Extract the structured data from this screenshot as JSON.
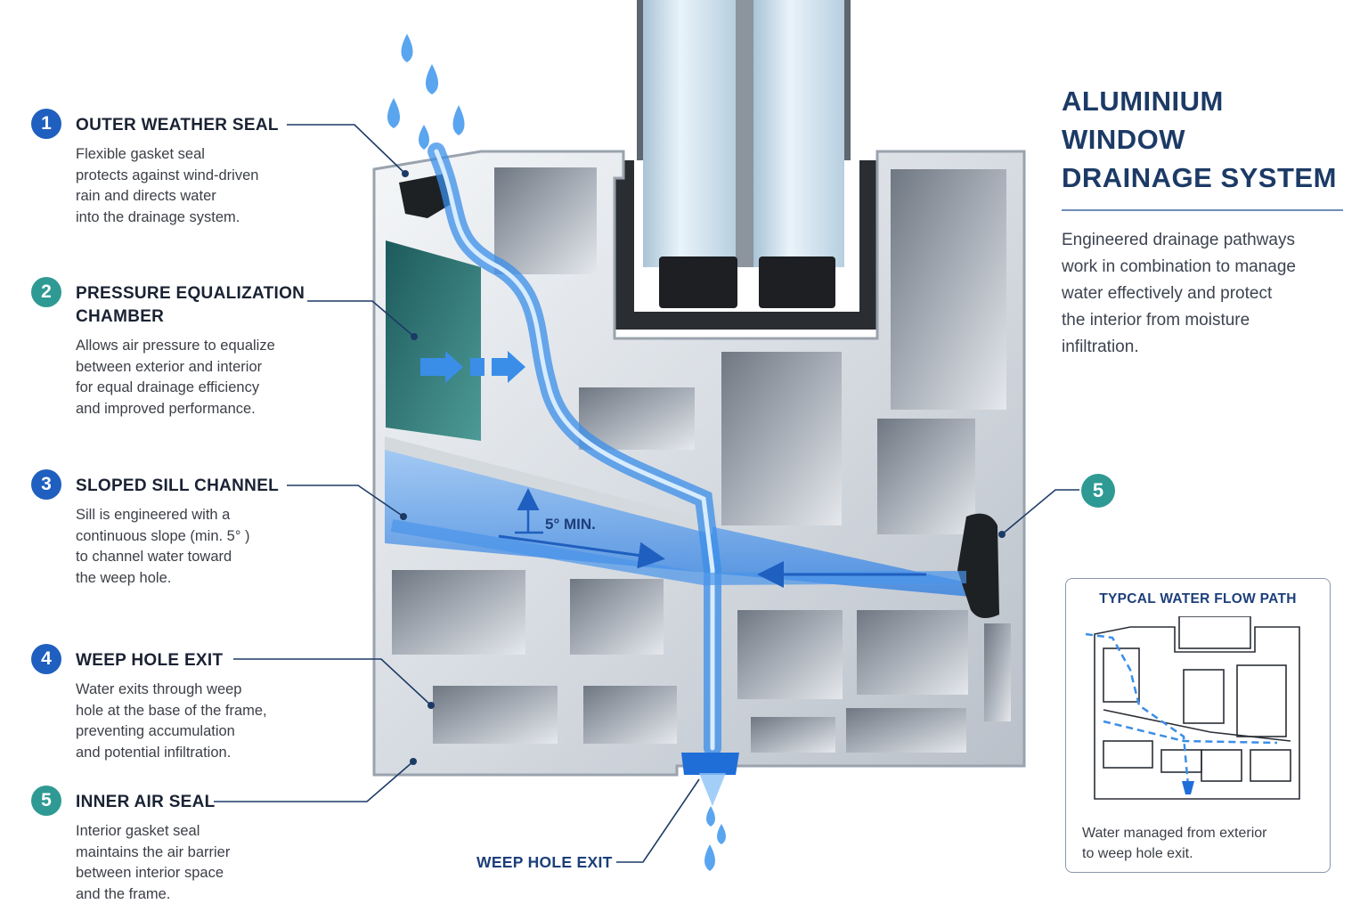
{
  "title": "ALUMINIUM WINDOW\nDRAINAGE SYSTEM",
  "intro": "Engineered drainage pathways\nwork in combination to manage\nwater effectively and protect\nthe interior from moisture\ninfiltration.",
  "colors": {
    "accent_blue": "#1f5fbf",
    "accent_teal": "#2e9a93",
    "water": "#3a8ee8",
    "title_navy": "#1c3a66"
  },
  "callouts": [
    {
      "number": "1",
      "title": "OUTER WEATHER SEAL",
      "text": "Flexible gasket seal\nprotects against wind-driven\nrain and directs water\ninto the drainage system."
    },
    {
      "number": "2",
      "title": "PRESSURE EQUALIZATION\nCHAMBER",
      "text": "Allows air pressure to equalize\nbetween exterior and interior\nfor equal drainage efficiency\nand improved performance."
    },
    {
      "number": "3",
      "title": "SLOPED SILL CHANNEL",
      "text": "Sill is engineered with a\ncontinuous slope (min. 5° )\nto channel water toward\nthe weep hole."
    },
    {
      "number": "4",
      "title": "WEEP HOLE EXIT",
      "text": "Water exits through weep\nhole at the base of the frame,\npreventing accumulation\nand potential infiltration."
    },
    {
      "number": "5",
      "title": "INNER AIR SEAL",
      "text": "Interior gasket seal\nmaintains the air barrier\nbetween interior space\nand the frame."
    }
  ],
  "diagram": {
    "slope_label": "5° MIN.",
    "weep_label": "WEEP HOLE EXIT",
    "badge_5": "5"
  },
  "inset": {
    "title": "TYPCAL WATER FLOW PATH",
    "caption": "Water managed from exterior\nto weep hole exit."
  }
}
